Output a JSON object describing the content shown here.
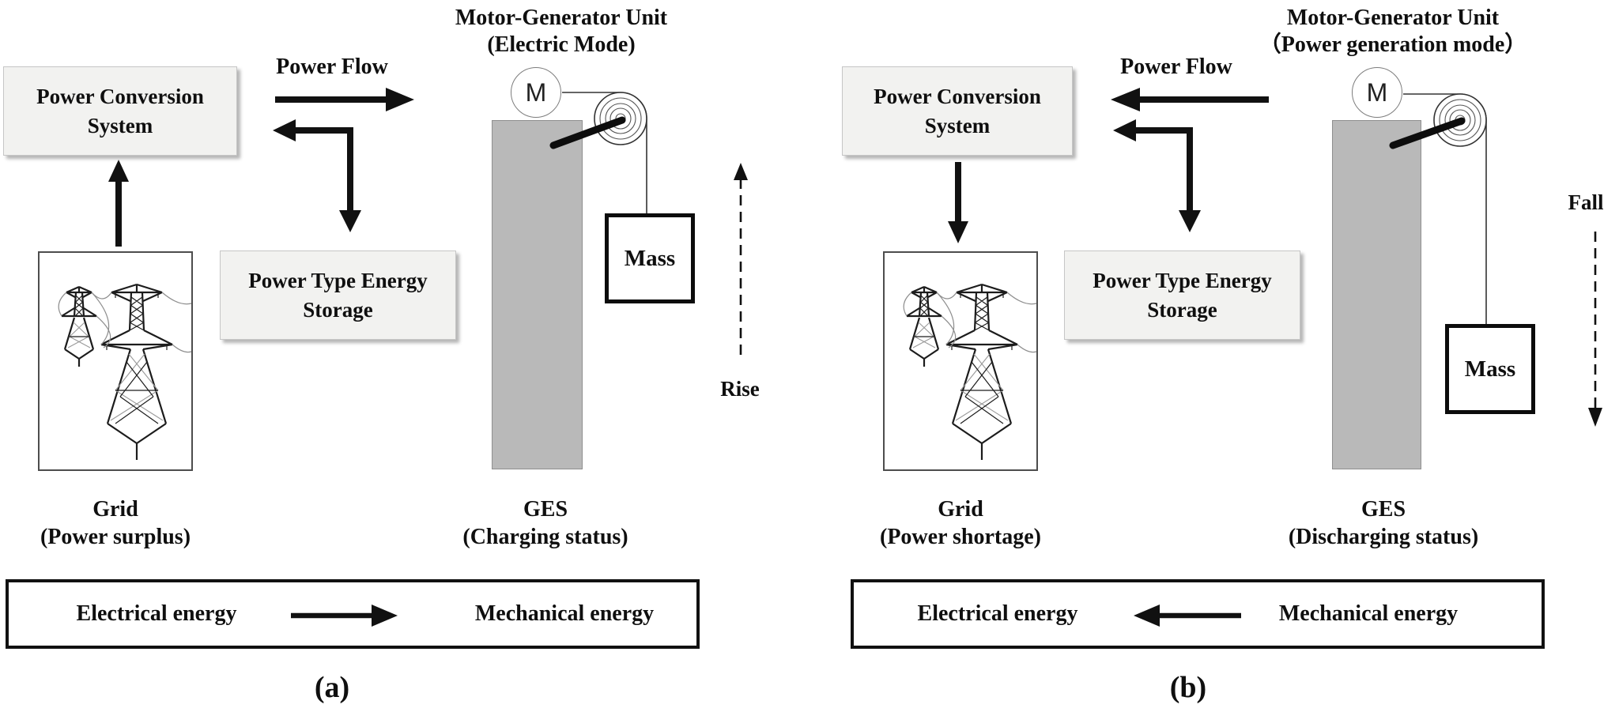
{
  "colors": {
    "background": "#ffffff",
    "box_fill": "#f2f2f0",
    "box_border": "#c6c6c6",
    "ges_tower_fill": "#b9b9b9",
    "line": "#111111",
    "text": "#0f0f0f"
  },
  "panel_a": {
    "mg_title_line1": "Motor-Generator Unit",
    "mg_title_line2": "(Electric Mode)",
    "power_flow": "Power Flow",
    "power_flow_direction": "right",
    "pcs": "Power Conversion System",
    "storage": "Power Type Energy Storage",
    "motor": "M",
    "mass": "Mass",
    "motion": "Rise",
    "grid_name": "Grid",
    "grid_status": "(Power surplus)",
    "ges_name": "GES",
    "ges_status": "(Charging status)",
    "energy_left": "Electrical energy",
    "energy_right": "Mechanical energy",
    "energy_flow_direction": "right",
    "caption": "(a)"
  },
  "panel_b": {
    "mg_title_line1": "Motor-Generator Unit",
    "mg_title_line2": "（Power generation mode）",
    "power_flow": "Power Flow",
    "power_flow_direction": "left",
    "pcs": "Power Conversion System",
    "storage": "Power Type Energy Storage",
    "motor": "M",
    "mass": "Mass",
    "motion": "Fall",
    "grid_name": "Grid",
    "grid_status": "(Power shortage)",
    "ges_name": "GES",
    "ges_status": "(Discharging status)",
    "energy_left": "Electrical energy",
    "energy_right": "Mechanical energy",
    "energy_flow_direction": "left",
    "caption": "(b)"
  }
}
